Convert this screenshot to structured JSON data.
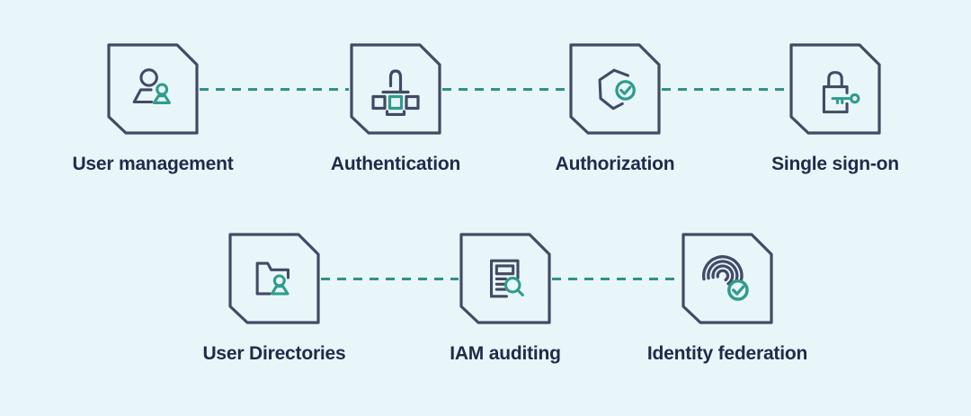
{
  "colors": {
    "background": "#e9f6f9",
    "frame_outline": "#414b66",
    "label_text": "#212a4b",
    "icon_navy": "#414b66",
    "icon_teal": "#2f9c8d",
    "connector": "#2f9188"
  },
  "diagram": {
    "rows": [
      {
        "items": [
          {
            "label": "User management",
            "icon": "user-management-icon"
          },
          {
            "label": "Authentication",
            "icon": "authentication-icon"
          },
          {
            "label": "Authorization",
            "icon": "authorization-icon"
          },
          {
            "label": "Single sign-on",
            "icon": "single-sign-on-icon"
          }
        ]
      },
      {
        "items": [
          {
            "label": "User Directories",
            "icon": "user-directories-icon"
          },
          {
            "label": "IAM auditing",
            "icon": "iam-auditing-icon"
          },
          {
            "label": "Identity federation",
            "icon": "identity-federation-icon"
          }
        ]
      }
    ]
  }
}
